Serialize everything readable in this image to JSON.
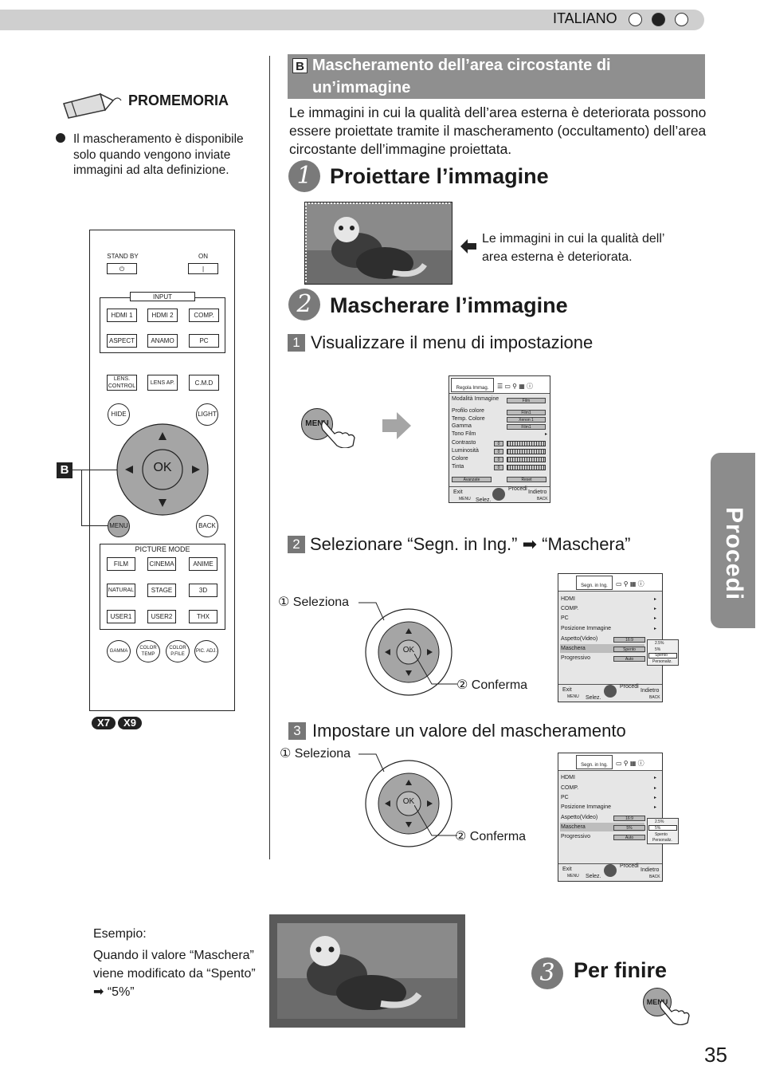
{
  "header": {
    "language": "ITALIANO"
  },
  "side_tab": {
    "label": "Procedi"
  },
  "memo": {
    "title": "PROMEMORIA",
    "text": "Il mascheramento è disponibile solo quando vengono inviate immagini ad alta definizione."
  },
  "section": {
    "badge": "B",
    "title": "Mascheramento dell’area circostante di un’immagine",
    "intro": "Le immagini in cui la qualità dell’area esterna è deteriorata possono essere proiettate tramite il mascheramento (occultamento) dell’area circostante dell’immagine proiettata."
  },
  "step1": {
    "number": "1",
    "title": "Proiettare l’immagine",
    "note": "Le immagini in cui la qualità dell’ area esterna è deteriorata."
  },
  "step2": {
    "number": "2",
    "title": "Mascherare l’immagine",
    "sub1": {
      "number": "1",
      "title": "Visualizzare il menu di impostazione"
    },
    "sub2": {
      "number": "2",
      "title": "Selezionare “Segn. in Ing.” ➡ “Maschera”"
    },
    "sub3": {
      "number": "3",
      "title": "Impostare un valore del mascheramento"
    },
    "select_label": "① Seleziona",
    "confirm_label": "② Conferma",
    "ok_label": "OK",
    "menu_btn": "MENU"
  },
  "menu1": {
    "tab": "Regola Immag.",
    "rows": [
      {
        "label": "Modalità Immagine",
        "value": "Film"
      },
      {
        "label": "Profilo colore",
        "value": "Film1"
      },
      {
        "label": "Temp. Colore",
        "value": "Xenon 1"
      },
      {
        "label": "Gamma",
        "value": "Film1"
      },
      {
        "label": "Tono Film",
        "value": ""
      },
      {
        "label": "Contrasto",
        "value": "0"
      },
      {
        "label": "Luminosità",
        "value": "0"
      },
      {
        "label": "Colore",
        "value": "0"
      },
      {
        "label": "Tinta",
        "value": "0"
      }
    ],
    "buttons": [
      "Avanzate",
      "Reset"
    ]
  },
  "menu2": {
    "tab": "Segn. in Ing.",
    "rows": [
      {
        "label": "HDMI",
        "value": ""
      },
      {
        "label": "COMP.",
        "value": ""
      },
      {
        "label": "PC",
        "value": ""
      },
      {
        "label": "Posizione Immagine",
        "value": ""
      },
      {
        "label": "Aspetto(Video)",
        "value": "16:9"
      },
      {
        "label": "Maschera",
        "value": "Spento"
      },
      {
        "label": "Progressivo",
        "value": "Auto"
      }
    ],
    "popup": [
      "2.5%",
      "5%",
      "Spento",
      "Personaliz."
    ]
  },
  "menu3": {
    "tab": "Segn. in Ing.",
    "rows": [
      {
        "label": "HDMI",
        "value": ""
      },
      {
        "label": "COMP.",
        "value": ""
      },
      {
        "label": "PC",
        "value": ""
      },
      {
        "label": "Posizione Immagine",
        "value": ""
      },
      {
        "label": "Aspetto(Video)",
        "value": "16:9"
      },
      {
        "label": "Maschera",
        "value": "5%"
      },
      {
        "label": "Progressivo",
        "value": "Auto"
      }
    ],
    "popup": [
      "2.5%",
      "5%",
      "Spento",
      "Personaliz."
    ]
  },
  "menu_footer": {
    "exit": "Exit",
    "menu": "MENU",
    "select": "Selez.",
    "proceed": "Procedi",
    "back_label": "Indietro",
    "back": "BACK"
  },
  "remote": {
    "standby": "STAND BY",
    "on": "ON",
    "input": "INPUT",
    "row1": [
      "HDMI 1",
      "HDMI 2",
      "COMP."
    ],
    "row2": [
      "ASPECT",
      "ANAMO",
      "PC"
    ],
    "lens_control": "LENS. CONTROL",
    "lens_ap": "LENS AP.",
    "cmd": "C.M.D",
    "hide": "HIDE",
    "light": "LIGHT",
    "ok": "OK",
    "menu": "MENU",
    "back": "BACK",
    "picture_mode": "PICTURE MODE",
    "pm1": [
      "FILM",
      "CINEMA",
      "ANIME"
    ],
    "pm2": [
      "NATURAL",
      "STAGE",
      "3D"
    ],
    "pm3": [
      "USER1",
      "USER2",
      "THX"
    ],
    "bottom": [
      "GAMMA",
      "COLOR TEMP",
      "COLOR P.FILE",
      "PIC. ADJ."
    ],
    "callout": "B",
    "models": [
      "X7",
      "X9"
    ]
  },
  "step3": {
    "number": "3",
    "title": "Per finire",
    "menu_btn": "MENU"
  },
  "example": {
    "l1": "Esempio:",
    "l2": "Quando il valore “Maschera” viene modificato da “Spento” ➡ “5%”"
  },
  "page_number": "35"
}
